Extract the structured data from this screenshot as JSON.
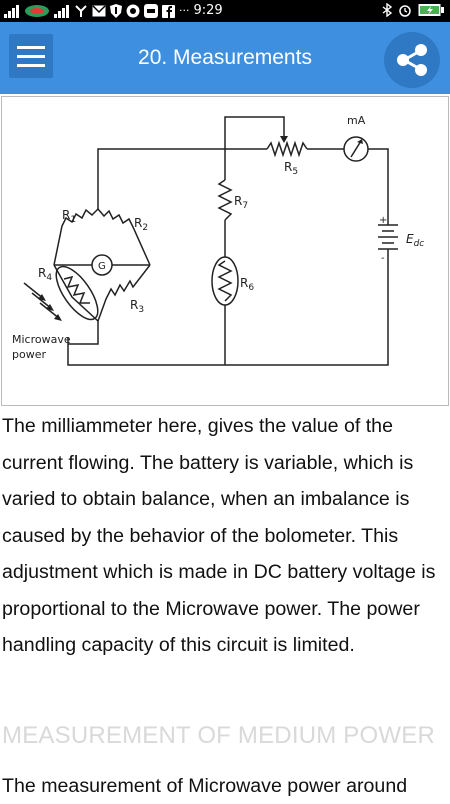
{
  "status_bar": {
    "time": "9:29",
    "dots": "···"
  },
  "app_bar": {
    "title": "20. Measurements",
    "menu_icon": "hamburger-icon",
    "share_icon": "share-icon",
    "color": "#3f8fe0"
  },
  "diagram": {
    "labels": {
      "r1": "R",
      "r1_sub": "1",
      "r2": "R",
      "r2_sub": "2",
      "r3": "R",
      "r3_sub": "3",
      "r4": "R",
      "r4_sub": "4",
      "r5": "R",
      "r5_sub": "5",
      "r6": "R",
      "r6_sub": "6",
      "r7": "R",
      "r7_sub": "7",
      "galvanometer": "G",
      "ammeter": "mA",
      "source": "E",
      "source_sub": "dc",
      "plus": "+",
      "minus": "-",
      "microwave_line1": "Microwave",
      "microwave_line2": "power"
    }
  },
  "article": {
    "paragraph1": "The milliammeter here, gives the value of the current flowing. The battery is variable, which is varied to obtain balance, when an imbalance is caused by the behavior of the bolometer. This adjustment which is made in DC battery voltage is proportional to the Microwave power. The power handling capacity of this circuit is limited.",
    "heading": "MEASUREMENT OF MEDIUM POWER",
    "paragraph2": "The measurement of Microwave power around"
  }
}
